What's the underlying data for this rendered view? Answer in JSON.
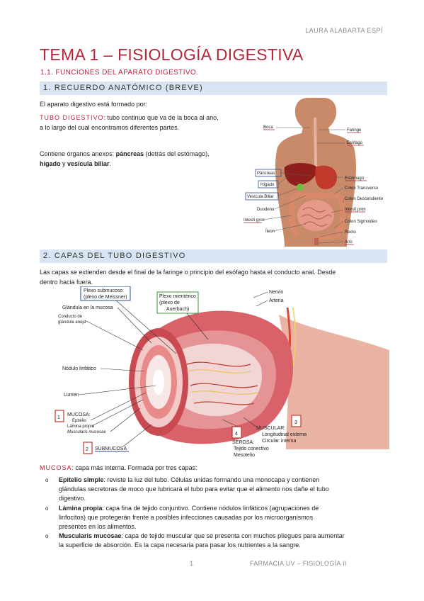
{
  "header": {
    "author": "LAURA ALABARTA ESPÍ"
  },
  "title": "TEMA 1 – FISIOLOGÍA DIGESTIVA",
  "subtitle": "1.1. FUNCIONES DEL APARATO DIGESTIVO.",
  "section1": {
    "heading": "1. RECUERDO ANATÓMICO (BREVE)",
    "intro": "El aparato digestivo está formado por:",
    "tubo_label": "TUBO DIGESTIVO",
    "tubo_text_1": ": tubo continuo que va de la boca al ano,",
    "tubo_text_2": "a lo largo del cual encontramos diferentes partes.",
    "anexos_1a": "Contiene órganos anexos: ",
    "anexos_1b": "páncreas",
    "anexos_1c": " (detrás del estómago),",
    "anexos_2a": "hígado",
    "anexos_2b": " y ",
    "anexos_2c": "vesícula biliar",
    "anexos_2d": ".",
    "figure_labels": {
      "boca": "Boca",
      "faringe": "Faringe",
      "esofago": "Esófago",
      "pancreas": "Páncreas",
      "higado": "Hígado",
      "vesicula": "Vesícula Biliar",
      "estomago": "Estómago",
      "colon_transverso": "Colon Transverso",
      "colon_descendiente": "Colon Descendiente",
      "duodeno": "Duodeno",
      "intesti_prim": "Intestí prim",
      "intesti_gros": "Intestí gros",
      "colon_sigmoideo": "Colon Sigmoideo",
      "ileon": "Íleon",
      "recto": "Recto",
      "ano": "Ano"
    }
  },
  "section2": {
    "heading": "2. CAPAS DEL TUBO DIGESTIVO",
    "intro_1": "Las capas se extienden desde el final de la faringe o principio del esófago hasta el conducto anal. Desde",
    "intro_2": "dentro hacia fuera.",
    "figure_labels": {
      "plexo_submucoso_1": "Plexo submucoso",
      "plexo_submucoso_2": "(plexo de Meissner)",
      "plexo_mienterico_1": "Plexo mientérico",
      "plexo_mienterico_2": "(plexo de",
      "plexo_mienterico_3": "Auerbach)",
      "nervio": "Nervio",
      "arteria": "Arteria",
      "glandula_mucosa": "Glándula en la mucosa",
      "conducto_1": "Conducto de",
      "conducto_2": "glándula aneja",
      "nodulo": "Nódulo linfático",
      "lumen": "Lumen",
      "n1": "1",
      "mucosa": "MUCOSA:",
      "epitelio": "Epitelio",
      "lamina": "Lámina propia",
      "muscularis": "Muscularis mucosae",
      "n2": "2",
      "submucosa": "SUBMUCOSA",
      "n3": "3",
      "muscular": "MUSCULAR:",
      "longitudinal": "Longitudinal",
      "externa": ": externa",
      "circular": "Circular",
      "interna": ": interna",
      "n4": "4",
      "serosa": "SEROSA:",
      "tejido": "Tejido conectivo",
      "mesotelio": "Mesotelio"
    }
  },
  "mucosa": {
    "label": "MUCOSA",
    "text": ": capa más interna. Formada por tres capas:",
    "items": [
      {
        "term": "Epitelio simple",
        "line1": ": reviste la luz del tubo. Células unidas formando una monocapa y contienen",
        "line2": "glándulas secretoras de moco que lubricará el tubo para evitar que el alimento nos dañe el tubo",
        "line3": "digestivo."
      },
      {
        "term": "Lámina propia",
        "line1": ": capa fina de tejido conjuntivo. Contiene nódulos linfáticos (agrupaciones de",
        "line2": "linfocitos) que protegerán frente a posibles infecciones causadas por los microorganismos",
        "line3": "presentes en los alimentos."
      },
      {
        "term": "Muscularis mucosae",
        "line1": ": capa de tejido muscular que se presenta con muchos pliegues para aumentar",
        "line2": "la superficie de absorción. Es la capa necesaria para pasar los nutrientes a la sangre.",
        "line3": ""
      }
    ]
  },
  "footer": {
    "page": "1",
    "course": "FARMACIA UV – FISIOLOGÍA II"
  }
}
